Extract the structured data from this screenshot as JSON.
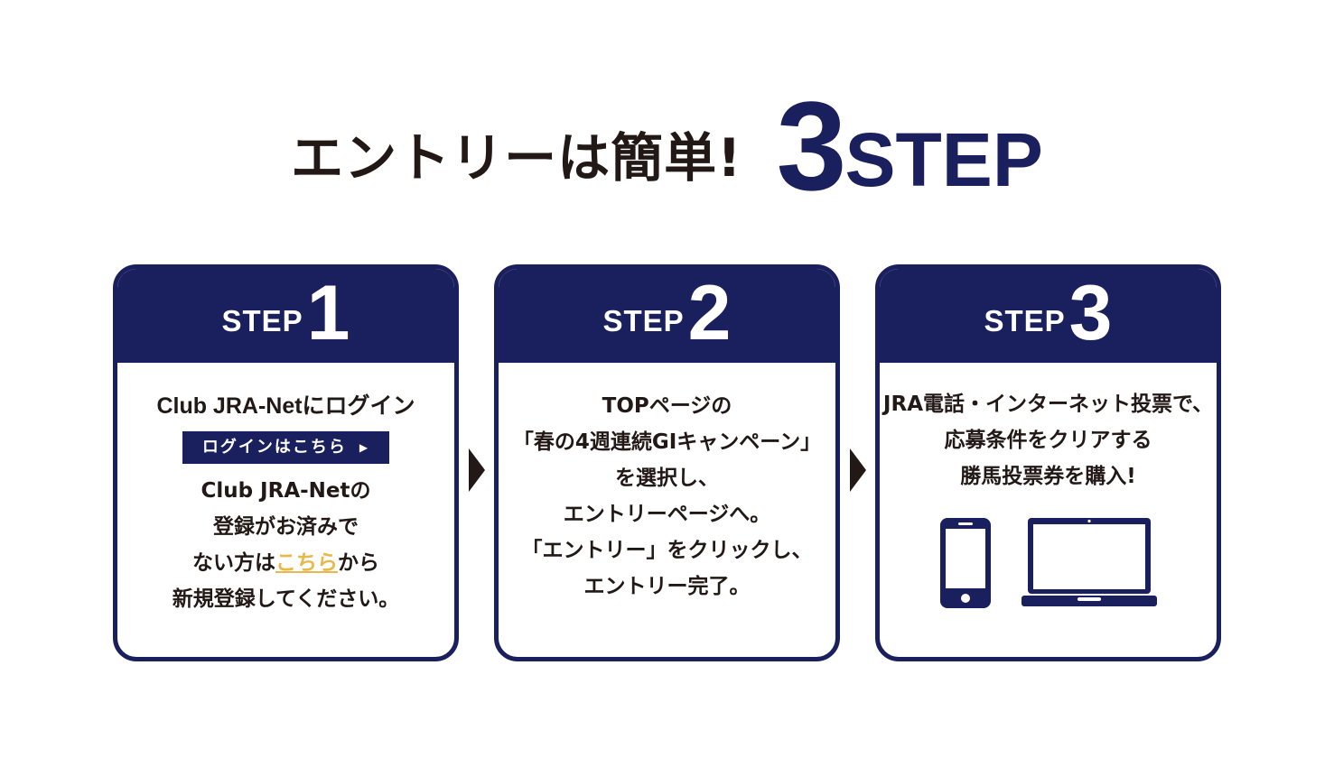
{
  "headline": {
    "text": "エントリーは簡単!",
    "step_number": "3",
    "step_word": "STEP"
  },
  "steps": [
    {
      "step_word": "STEP",
      "number": "1",
      "title": "Club JRA-Netにログイン",
      "button_label": "ログインはこちら",
      "button_arrow": "▶",
      "lines": [
        "Club JRA-Netの",
        "登録がお済みで"
      ],
      "line3_before": "ない方は",
      "line3_link": "こちら",
      "line3_after": "から",
      "line4": "新規登録してください。"
    },
    {
      "step_word": "STEP",
      "number": "2",
      "lines": [
        "TOPページの",
        "「春の4週連続GIキャンペーン」",
        "を選択し、",
        "エントリーページへ。",
        "「エントリー」をクリックし、",
        "エントリー完了。"
      ]
    },
    {
      "step_word": "STEP",
      "number": "3",
      "lines": [
        "JRA電話・インターネット投票で、",
        "応募条件をクリアする",
        "勝馬投票券を購入!"
      ],
      "icons": [
        "smartphone-icon",
        "laptop-icon"
      ]
    }
  ],
  "colors": {
    "navy": "#1a1f5e",
    "text": "#221815",
    "link": "#e8b84a",
    "background": "#ffffff"
  }
}
